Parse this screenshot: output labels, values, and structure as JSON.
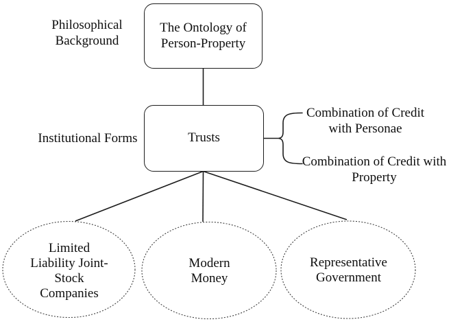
{
  "diagram": {
    "colors": {
      "background": "#ffffff",
      "line": "#1c1c1c",
      "text": "#0e0e0e",
      "ellipse_stroke": "#3d3d3d"
    },
    "side_labels": [
      {
        "id": "philosophical-background",
        "text": "Philosophical\nBackground"
      },
      {
        "id": "institutional-forms",
        "text": "Institutional Forms"
      }
    ],
    "nodes": {
      "ontology": {
        "text": "The Ontology of\nPerson-Property",
        "shape": "rounded-rect"
      },
      "trusts": {
        "text": "Trusts",
        "shape": "rounded-rect"
      },
      "companies": {
        "text": "Limited\nLiability Joint-\nStock\nCompanies",
        "shape": "dashed-ellipse"
      },
      "money": {
        "text": "Modern\nMoney",
        "shape": "dashed-ellipse"
      },
      "government": {
        "text": "Representative\nGovernment",
        "shape": "dashed-ellipse"
      }
    },
    "brace_annotations": [
      {
        "text": "Combination of Credit\nwith Personae"
      },
      {
        "text": "Combination of Credit with\nProperty"
      }
    ],
    "edges": [
      {
        "from": "ontology",
        "to": "trusts"
      },
      {
        "from": "trusts",
        "to": "brace_annotations"
      },
      {
        "from": "trusts",
        "to": "companies"
      },
      {
        "from": "trusts",
        "to": "money"
      },
      {
        "from": "trusts",
        "to": "government"
      }
    ]
  }
}
